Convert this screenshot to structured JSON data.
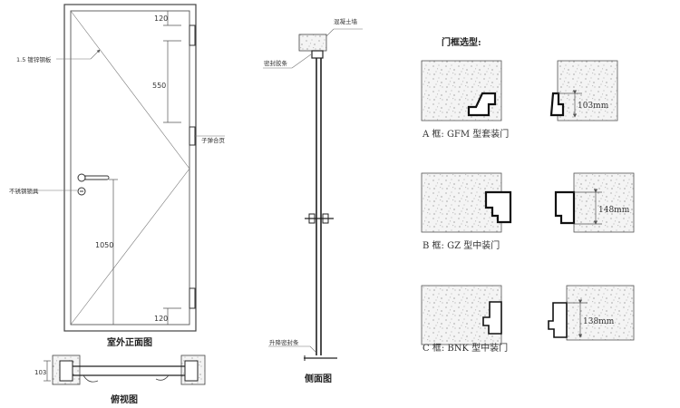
{
  "front_view": {
    "caption": "室外正面图",
    "label_panel": "1.5 镀锌钢板",
    "label_lock": "子弹合页",
    "label_handle": "不锈钢锁具",
    "dim_top": "120",
    "dim_mid": "550",
    "dim_handle": "1050",
    "dim_bottom": "120"
  },
  "plan_view": {
    "caption": "俯视图",
    "dim_depth": "103"
  },
  "side_view": {
    "caption": "侧面图",
    "label_wall": "混凝土墙",
    "label_seal_top": "密封胶条",
    "label_seal_bottom": "升降密封条"
  },
  "frame_types": {
    "title": "门框选型:",
    "types": [
      {
        "label": "A 框: GFM 型套装门",
        "dim": "103mm"
      },
      {
        "label": "B 框: GZ 型中装门",
        "dim": "148mm"
      },
      {
        "label": "C 框: BNK 型中装门",
        "dim": "138mm"
      }
    ]
  }
}
